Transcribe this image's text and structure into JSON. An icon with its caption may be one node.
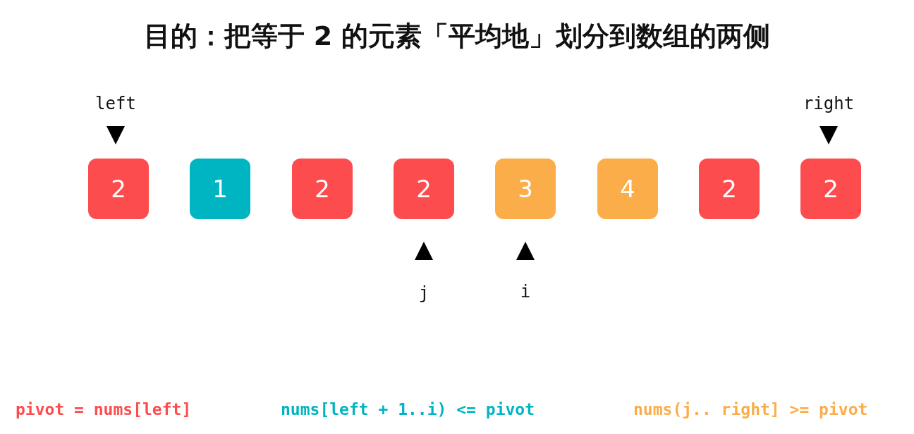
{
  "diagram": {
    "title": "目的：把等于 2 的元素「平均地」划分到数组的两侧",
    "nodes": [
      {
        "text": [
          "2"
        ]
      },
      {
        "text": [
          "1"
        ]
      },
      {
        "text": [
          "2"
        ]
      },
      {
        "text": [
          "2"
        ]
      },
      {
        "text": [
          "3"
        ]
      },
      {
        "text": [
          "4"
        ]
      },
      {
        "text": [
          "2"
        ]
      },
      {
        "text": [
          "2"
        ]
      }
    ],
    "labels": [
      "left",
      "right",
      "j",
      "i",
      "pivot = nums[left]",
      "nums[left + 1..i) <= pivot",
      "nums(j.. right] >= pivot"
    ]
  }
}
